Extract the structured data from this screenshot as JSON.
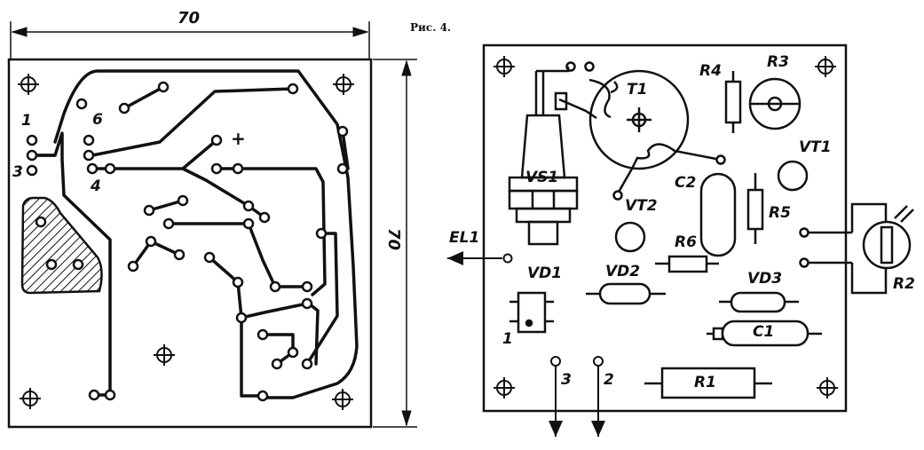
{
  "caption": "Рис. 4.",
  "left_board": {
    "dimension_top": "70",
    "dimension_side": "70",
    "labels": {
      "p1": "1",
      "p3": "3",
      "p4": "4",
      "p6": "6",
      "plus": "+"
    }
  },
  "right_board": {
    "labels": {
      "T1": "T1",
      "R4": "R4",
      "R3": "R3",
      "VT1": "VT1",
      "VS1": "VS1",
      "C2": "C2",
      "VT2": "VT2",
      "R5": "R5",
      "EL1": "EL1",
      "R6": "R6",
      "VD1": "VD1",
      "VD2": "VD2",
      "VD3": "VD3",
      "R2": "R2",
      "C1": "C1",
      "R1": "R1",
      "pin1": "1",
      "pin2": "2",
      "pin3": "3"
    }
  },
  "colors": {
    "ink": "#111111",
    "paper": "#ffffff"
  }
}
